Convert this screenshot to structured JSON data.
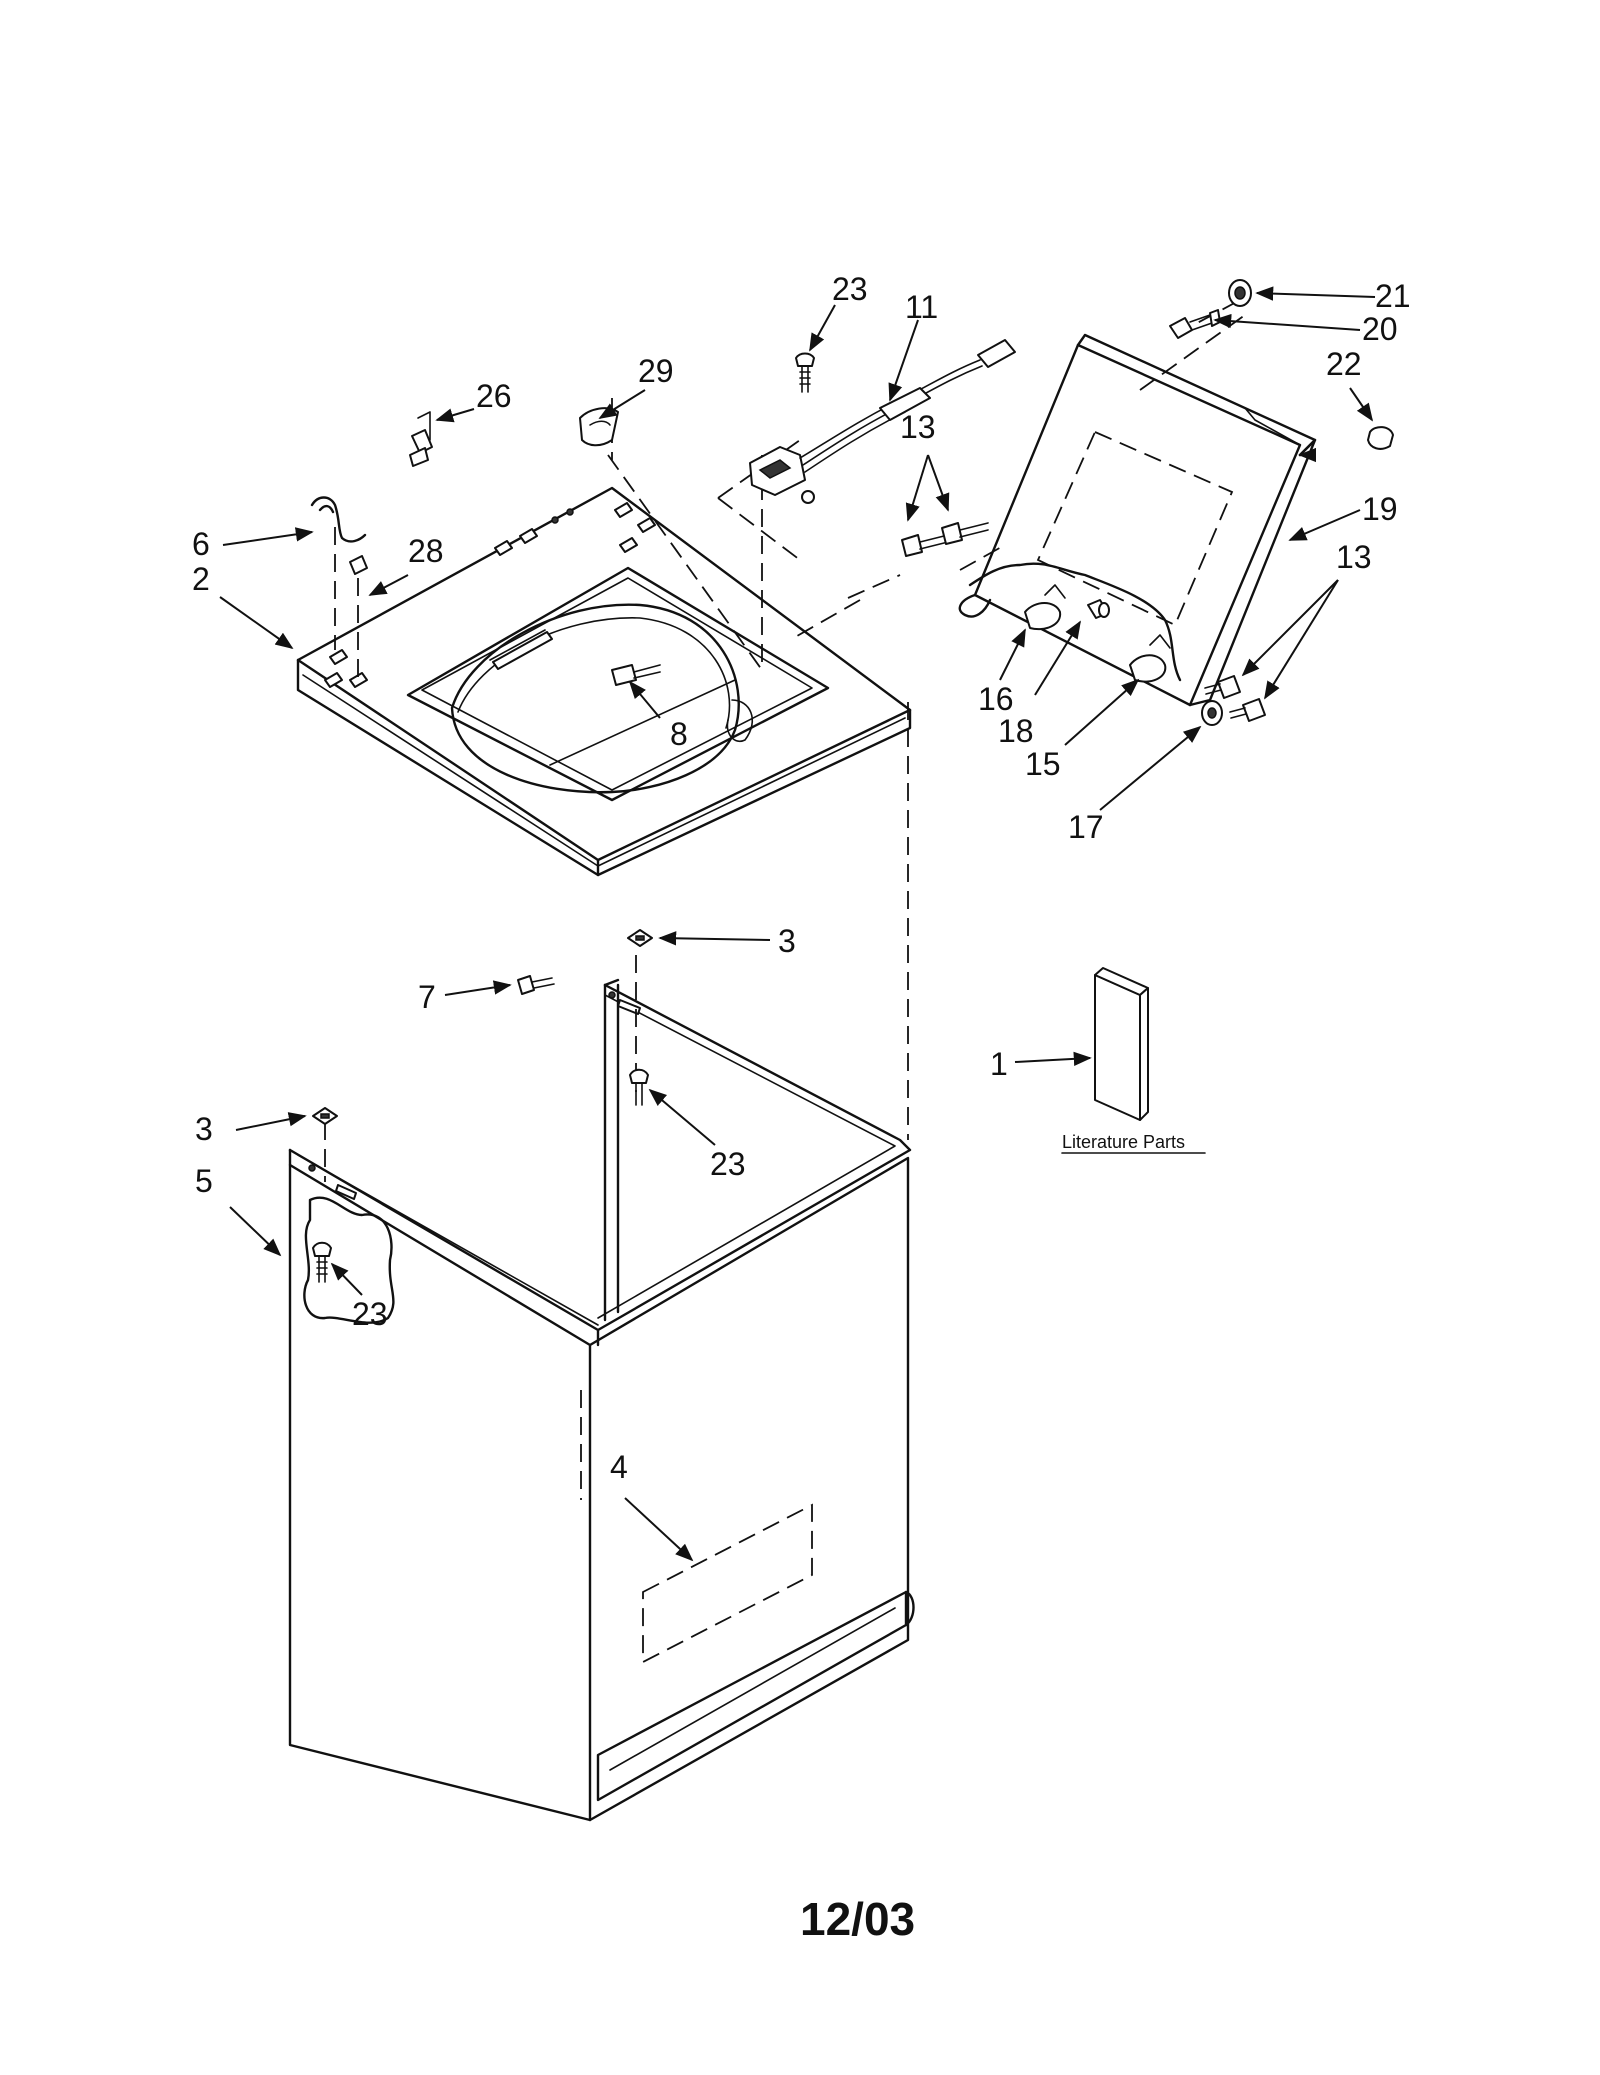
{
  "callouts": {
    "c1": "1",
    "c2": "2",
    "c3a": "3",
    "c3b": "3",
    "c4": "4",
    "c5": "5",
    "c6": "6",
    "c7": "7",
    "c8": "8",
    "c11": "11",
    "c13a": "13",
    "c13b": "13",
    "c15": "15",
    "c16": "16",
    "c17": "17",
    "c18": "18",
    "c19": "19",
    "c20": "20",
    "c21": "21",
    "c22": "22",
    "c23a": "23",
    "c23b": "23",
    "c23c": "23",
    "c26": "26",
    "c28": "28",
    "c29": "29"
  },
  "literature_label": "Literature Parts",
  "footer_date": "12/03"
}
